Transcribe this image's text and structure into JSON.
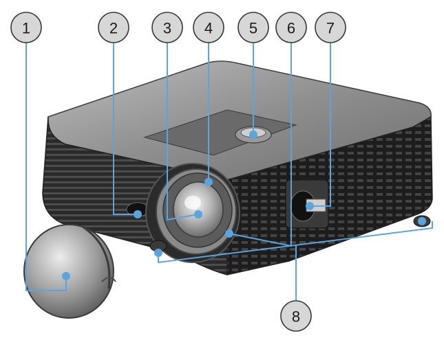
{
  "callouts": [
    {
      "number": "1"
    },
    {
      "number": "2"
    },
    {
      "number": "3"
    },
    {
      "number": "4"
    },
    {
      "number": "5"
    },
    {
      "number": "6"
    },
    {
      "number": "7"
    },
    {
      "number": "8"
    }
  ],
  "colors": {
    "leader": "#5aa6dc",
    "callout_fill": "#d7d7d7",
    "body_dark": "#2b2b2b",
    "body_mid": "#5c5c5c",
    "body_light": "#a9a9a9"
  }
}
